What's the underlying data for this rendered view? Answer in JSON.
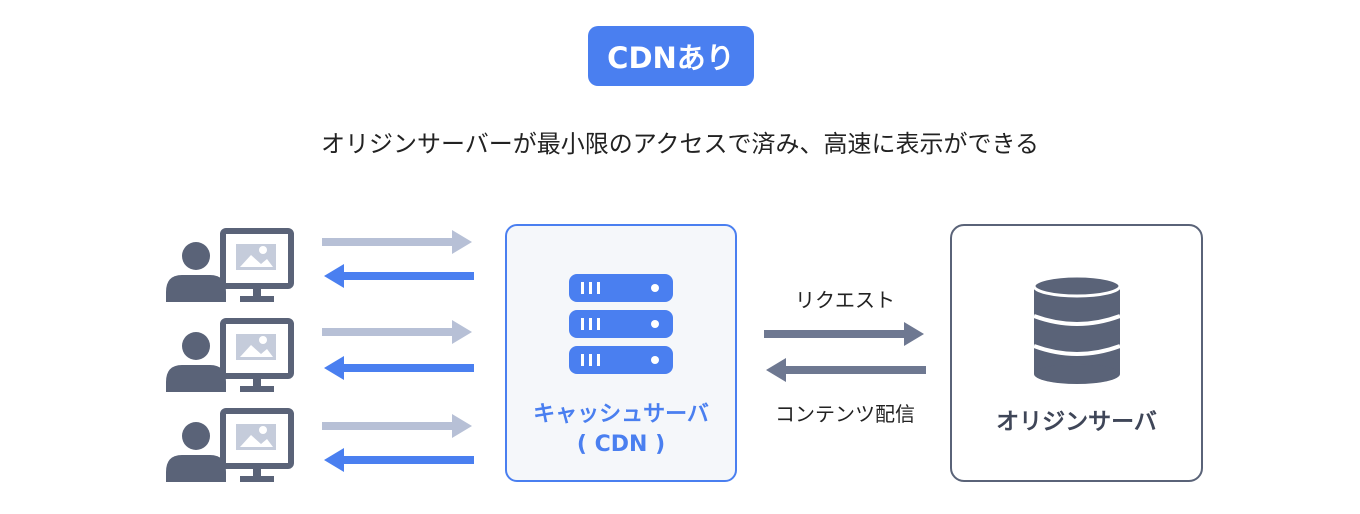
{
  "header": {
    "badge": "CDNあり",
    "subtitle": "オリジンサーバーが最小限のアクセスで済み、高速に表示ができる"
  },
  "cdn": {
    "label_line1": "キャッシュサーバ",
    "label_line2": "( CDN )"
  },
  "origin": {
    "label": "オリジンサーバ"
  },
  "edges": {
    "request": "リクエスト",
    "delivery": "コンテンツ配信"
  },
  "colors": {
    "accent": "#4a7ff0",
    "light_arrow": "#b7c0d6",
    "dark_arrow": "#6e7891",
    "icon": "#5a6378"
  }
}
